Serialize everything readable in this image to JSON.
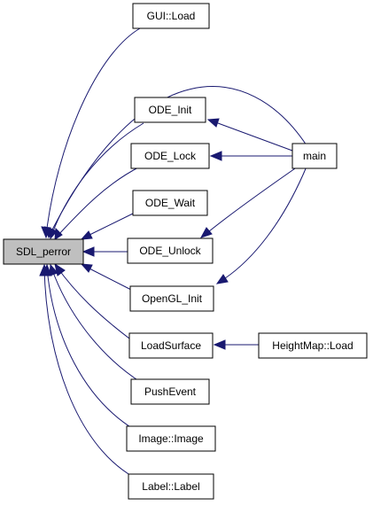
{
  "colors": {
    "focus_node_fill": "#bfbfbf",
    "node_fill": "#ffffff",
    "node_border": "#000000",
    "edge": "#191970",
    "background": "#ffffff"
  },
  "nodes": {
    "sdl_perror": {
      "label": "SDL_perror",
      "focus": true
    },
    "gui_load": {
      "label": "GUI::Load"
    },
    "ode_init": {
      "label": "ODE_Init"
    },
    "ode_lock": {
      "label": "ODE_Lock"
    },
    "ode_wait": {
      "label": "ODE_Wait"
    },
    "ode_unlock": {
      "label": "ODE_Unlock"
    },
    "opengl_init": {
      "label": "OpenGL_Init"
    },
    "loadsurface": {
      "label": "LoadSurface"
    },
    "pushevent": {
      "label": "PushEvent"
    },
    "image_image": {
      "label": "Image::Image"
    },
    "label_label": {
      "label": "Label::Label"
    },
    "main": {
      "label": "main"
    },
    "heightmap_load": {
      "label": "HeightMap::Load"
    }
  },
  "edges": [
    {
      "from": "gui_load",
      "to": "sdl_perror"
    },
    {
      "from": "main",
      "to": "sdl_perror"
    },
    {
      "from": "ode_init",
      "to": "sdl_perror"
    },
    {
      "from": "ode_lock",
      "to": "sdl_perror"
    },
    {
      "from": "ode_wait",
      "to": "sdl_perror"
    },
    {
      "from": "ode_unlock",
      "to": "sdl_perror"
    },
    {
      "from": "opengl_init",
      "to": "sdl_perror"
    },
    {
      "from": "loadsurface",
      "to": "sdl_perror"
    },
    {
      "from": "pushevent",
      "to": "sdl_perror"
    },
    {
      "from": "image_image",
      "to": "sdl_perror"
    },
    {
      "from": "label_label",
      "to": "sdl_perror"
    },
    {
      "from": "main",
      "to": "ode_init"
    },
    {
      "from": "main",
      "to": "ode_lock"
    },
    {
      "from": "main",
      "to": "ode_unlock"
    },
    {
      "from": "main",
      "to": "opengl_init"
    },
    {
      "from": "heightmap_load",
      "to": "loadsurface"
    }
  ]
}
